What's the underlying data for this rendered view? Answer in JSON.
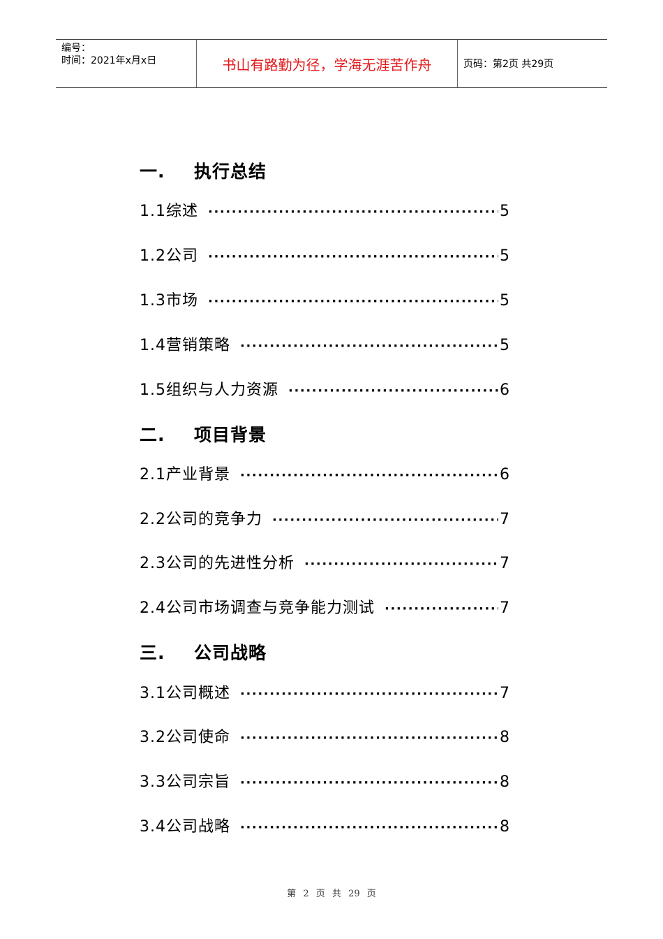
{
  "header": {
    "number_label": "编号：",
    "date_label": "时间：2021年x月x日",
    "motto": "书山有路勤为径，学海无涯苦作舟",
    "page_info": "页码：第2页  共29页"
  },
  "toc": {
    "sections": [
      {
        "num": "一.",
        "title": "执行总结",
        "items": [
          {
            "label": "1.1综述",
            "page": "5"
          },
          {
            "label": "1.2公司",
            "page": "5"
          },
          {
            "label": "1.3市场",
            "page": "5"
          },
          {
            "label": "1.4营销策略",
            "page": "5"
          },
          {
            "label": "1.5组织与人力资源",
            "page": "6"
          }
        ]
      },
      {
        "num": "二.",
        "title": "项目背景",
        "items": [
          {
            "label": "2.1产业背景",
            "page": "6"
          },
          {
            "label": "2.2公司的竞争力",
            "page": "7"
          },
          {
            "label": "2.3公司的先进性分析",
            "page": "7"
          },
          {
            "label": "2.4公司市场调查与竞争能力测试",
            "page": "7"
          }
        ]
      },
      {
        "num": "三.",
        "title": "公司战略",
        "items": [
          {
            "label": "3.1公司概述",
            "page": "7"
          },
          {
            "label": "3.2公司使命",
            "page": "8"
          },
          {
            "label": "3.3公司宗旨",
            "page": "8"
          },
          {
            "label": "3.4公司战略",
            "page": "8"
          }
        ]
      }
    ],
    "leader": "··················································"
  },
  "footer": {
    "page_text": "第 2 页 共 29 页"
  }
}
